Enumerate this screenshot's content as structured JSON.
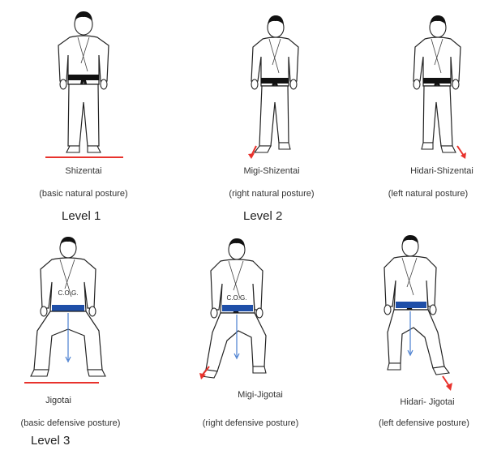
{
  "postures": [
    {
      "name": "Shizentai",
      "desc": "(basic natural posture)",
      "belt": "black"
    },
    {
      "name": "Migi-Shizentai",
      "desc": "(right natural posture)",
      "belt": "black"
    },
    {
      "name": "Hidari-Shizentai",
      "desc": "(left natural posture)",
      "belt": "black"
    },
    {
      "name": "Jigotai",
      "desc": "(basic defensive posture)",
      "belt": "blue"
    },
    {
      "name": "Migi-Jigotai",
      "desc": "(right defensive posture)",
      "belt": "blue"
    },
    {
      "name": "Hidari- Jigotai",
      "desc": "(left defensive posture)",
      "belt": "blue"
    }
  ],
  "levels": [
    "Level 1",
    "Level 2",
    "Level 3"
  ],
  "cog_label": "C.O.G.",
  "colors": {
    "accent_red": "#e8322c",
    "cog_blue": "#4a7fd0",
    "belt_black": "#111111",
    "belt_blue": "#1f4fa8"
  }
}
